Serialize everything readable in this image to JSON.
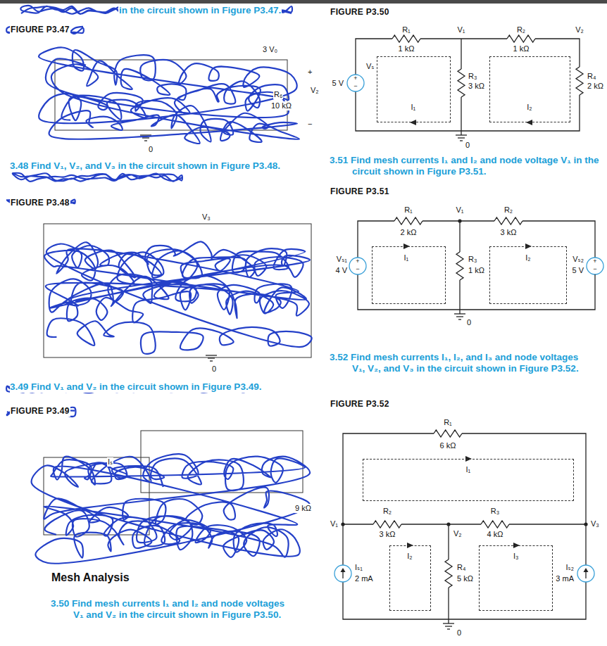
{
  "diagram": {
    "nodes": [
      {
        "text": [
          "I₁"
        ]
      },
      {
        "text": [
          "I₂"
        ]
      },
      {
        "text": [
          "I₁"
        ]
      },
      {
        "text": [
          "I₂"
        ]
      },
      {
        "text": [
          "I₁"
        ]
      },
      {
        "text": [
          "I₂"
        ]
      },
      {
        "text": [
          "I₃"
        ]
      }
    ],
    "labels": [
      "in the circuit shown in Figure P3.47.",
      "FIGURE P3.47",
      "3 V₀",
      "+",
      "R₆",
      "10 kΩ",
      "V₂",
      "−",
      "0",
      "3.48 Find V₁, V₂, and V₃ in the circuit shown in Figure P3.48.",
      "FIGURE P3.48",
      "V₃",
      "0",
      "3.49 Find V₁ and V₂ in the circuit shown in Figure P3.49.",
      "FIGURE P3.49",
      "Iₛ",
      "9 kΩ",
      "Mesh Analysis",
      "3.50 Find mesh currents I₁ and I₂ and node voltages V₁ and V₂ in the circuit shown in Figure P3.50.",
      "FIGURE P3.50",
      "R₁",
      "1 kΩ",
      "V₁",
      "R₂",
      "1 kΩ",
      "V₂",
      "Vₛ",
      "5 V",
      "+",
      "−",
      "R₃",
      "3 kΩ",
      "R₄",
      "2 kΩ",
      "0",
      "3.51 Find mesh currents I₁ and I₂ and node voltage V₁ in the circuit shown in Figure P3.51.",
      "FIGURE P3.51",
      "R₁",
      "2 kΩ",
      "V₁",
      "R₂",
      "3 kΩ",
      "Vₛ₁",
      "4 V",
      "+",
      "−",
      "R₃",
      "1 kΩ",
      "Vₛ₂",
      "5 V",
      "+",
      "−",
      "0",
      "3.52 Find mesh currents I₁, I₂, and I₃ and node voltages V₁, V₂, and V₃ in the circuit shown in Figure P3.52.",
      "FIGURE P3.52",
      "R₁",
      "6 kΩ",
      "V₁",
      "R₂",
      "3 kΩ",
      "R₃",
      "4 kΩ",
      "V₂",
      "V₃",
      "Iₛ₁",
      "2 mA",
      "R₄",
      "5 kΩ",
      "Iₛ₂",
      "3 mA",
      "0"
    ]
  }
}
